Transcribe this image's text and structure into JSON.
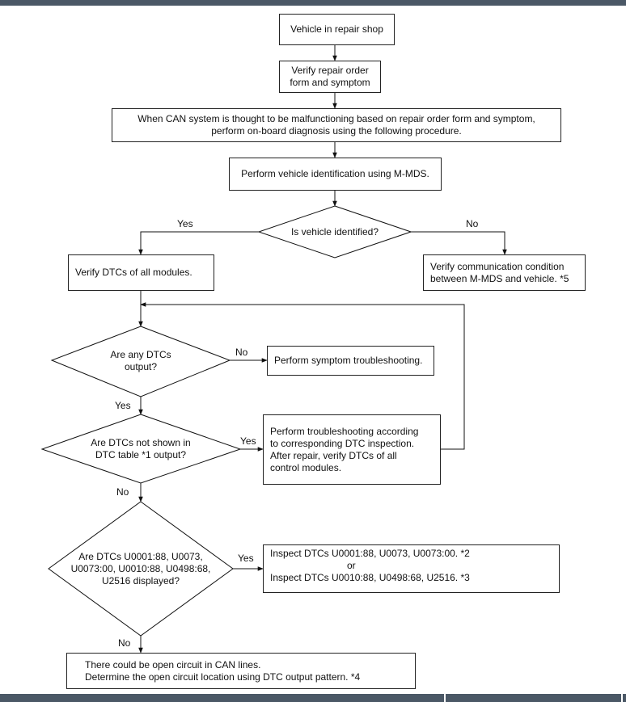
{
  "flowchart": {
    "start": "Vehicle in repair shop",
    "verify_ro": "Verify repair order\nform and symptom",
    "can_note": "When CAN system is thought to be malfunctioning based on repair order form and symptom,\nperform on-board diagnosis using the following procedure.",
    "identify": "Perform vehicle identification using M-MDS.",
    "q_identified": "Is vehicle identified?",
    "verify_dtcs": "Verify DTCs of all modules.",
    "verify_comm": "Verify communication condition\nbetween M-MDS and vehicle. *5",
    "q_any_dtcs": "Are any DTCs\noutput?",
    "symptom_ts": "Perform symptom troubleshooting.",
    "q_not_shown": "Are DTCs not shown in\nDTC table *1 output?",
    "dtc_ts": "Perform troubleshooting according\nto corresponding DTC inspection.\nAfter repair, verify DTCs of all\ncontrol modules.",
    "q_u_codes": "Are DTCs U0001:88, U0073,\nU0073:00, U0010:88, U0498:68,\nU2516 displayed?",
    "inspect_line1": "Inspect DTCs U0001:88, U0073, U0073:00.  *2",
    "inspect_or": "or",
    "inspect_line2": "Inspect DTCs U0010:88, U0498:68, U2516.  *3",
    "open_circuit": "There could be open circuit in CAN lines.\nDetermine the open circuit location using DTC output pattern.  *4",
    "labels": {
      "yes_identified": "Yes",
      "no_identified": "No",
      "no_any": "No",
      "yes_any": "Yes",
      "yes_not_shown": "Yes",
      "no_not_shown": "No",
      "yes_u": "Yes",
      "no_u": "No"
    }
  }
}
